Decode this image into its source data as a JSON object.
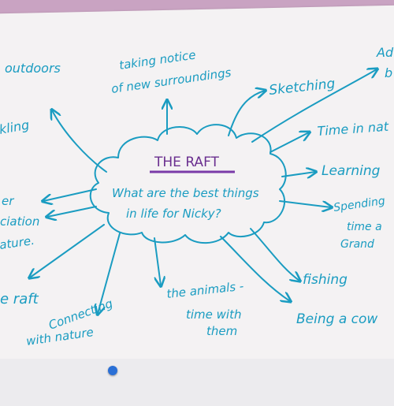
{
  "center": {
    "title": "THE RAFT",
    "question_line1": "What are the best things",
    "question_line2": "in life for Nicky?"
  },
  "branches": {
    "outdoors": "outdoors",
    "noticing_line1": "taking notice",
    "noticing_line2": "of new surroundings",
    "sketching": "Sketching",
    "adventure_line1": "Ad",
    "adventure_line2": "b",
    "time_in_nature": "Time in nat",
    "learning": "Learning",
    "spending_line1": "Spending",
    "spending_line2": "time a",
    "spending_line3": "Grand",
    "fishing": "fishing",
    "being_a_cow": "Being a cow",
    "animals_line1": "the animals -",
    "animals_line2": "time with",
    "animals_line3": "them",
    "connecting_line1": "Connecting",
    "connecting_line2": "with nature",
    "the_raft": "e raft",
    "nature_line1": "er",
    "nature_line2": "ciation",
    "nature_line3": "ature.",
    "kling": "kling"
  },
  "colors": {
    "ink": "#1a9cc1",
    "title": "#6a2f8f",
    "underline": "#7a3aa8",
    "background": "#c9a3c2",
    "paper": "#f4f2f3",
    "pin": "#2a6fd6"
  }
}
